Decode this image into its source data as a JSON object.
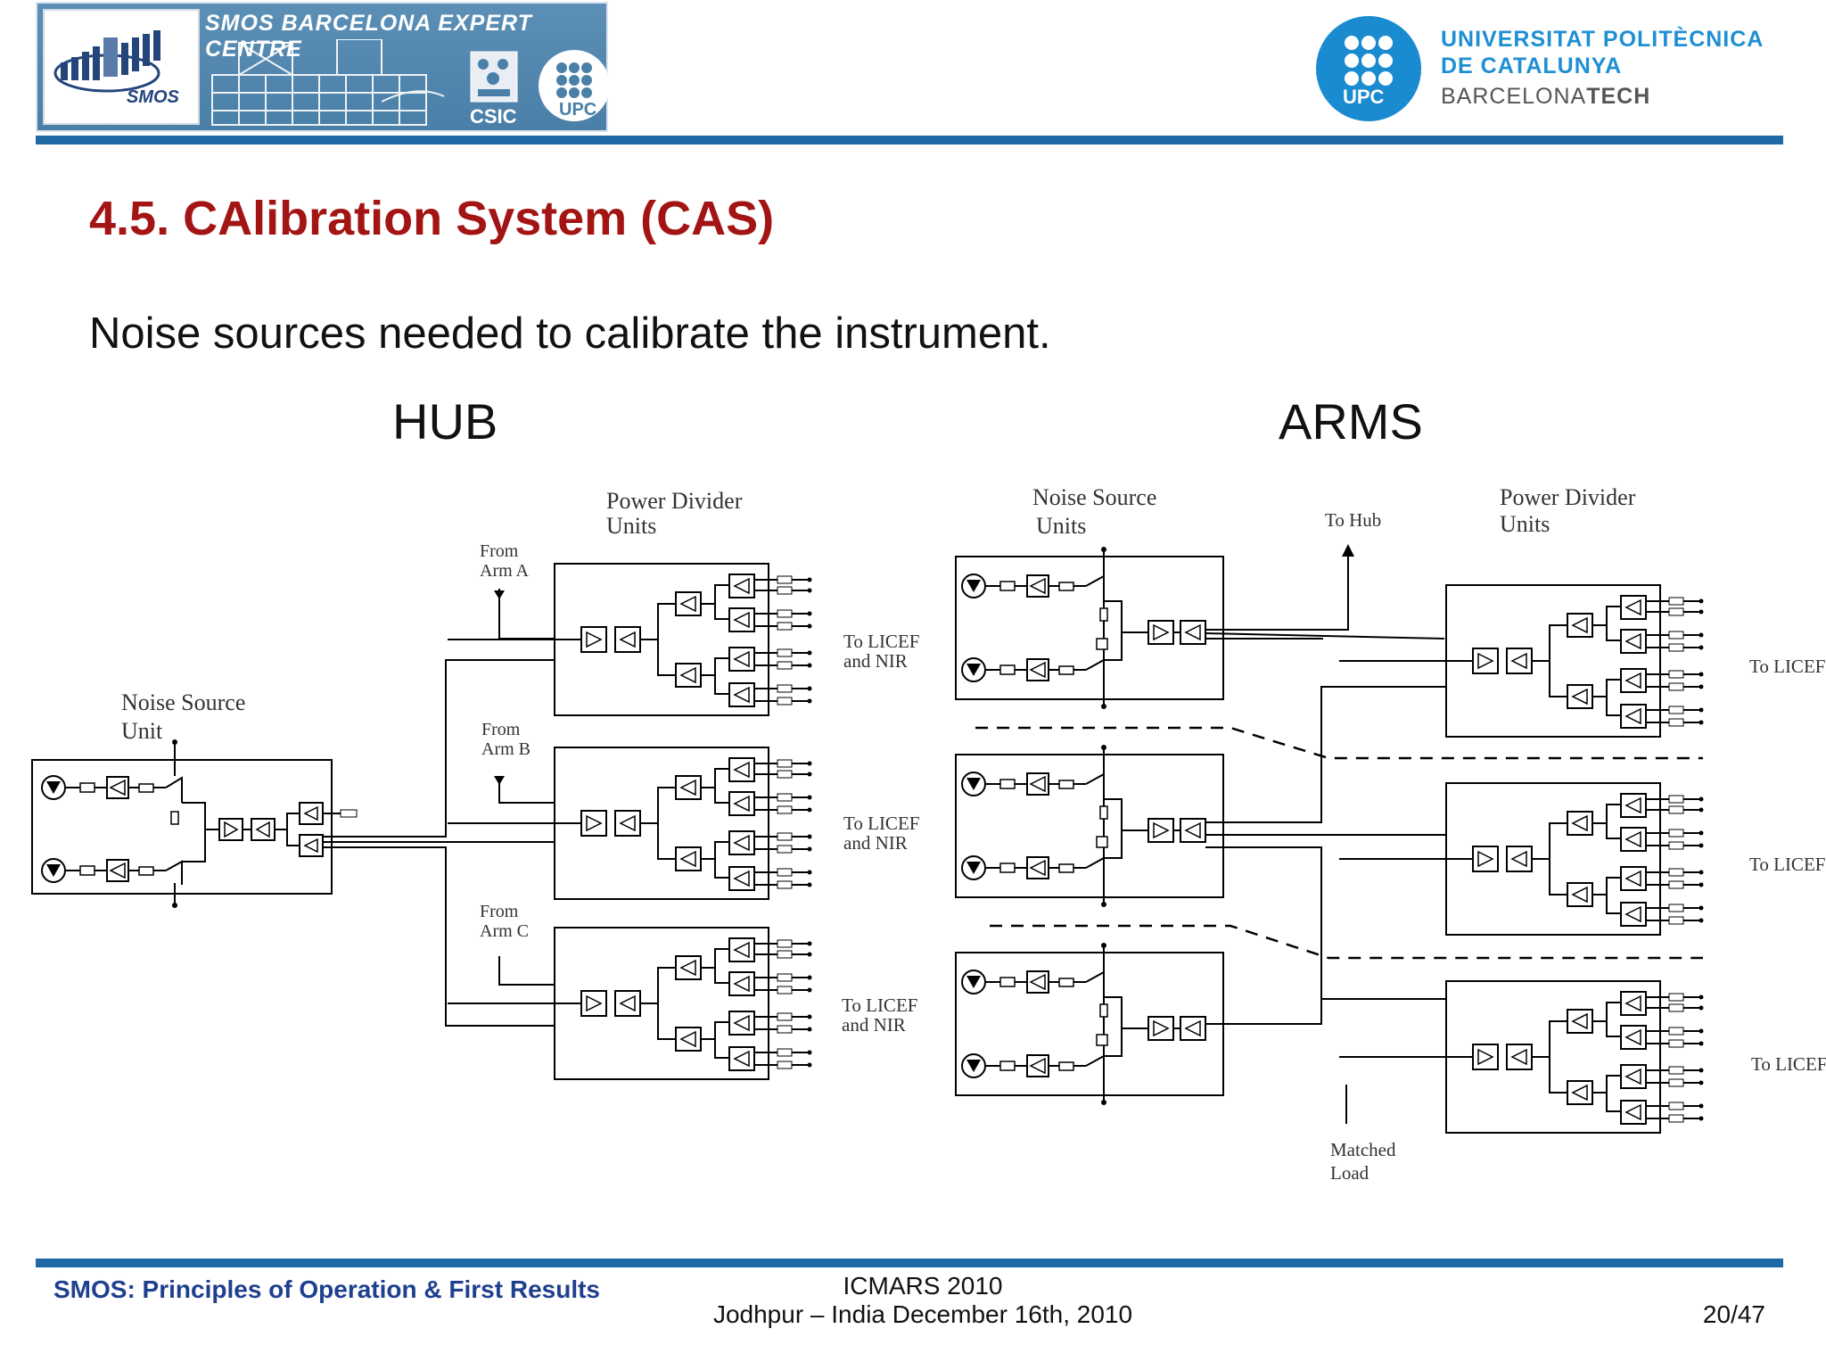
{
  "header": {
    "banner_title": "SMOS BARCELONA EXPERT CENTRE",
    "smos_badge": "SMOS",
    "csic": "CSIC",
    "upc_small": "UPC",
    "upc_logo": "UPC",
    "university_line1": "UNIVERSITAT POLITÈCNICA",
    "university_line2": "DE CATALUNYA",
    "university_line3_a": "BARCELONA",
    "university_line3_b": "TECH",
    "colors": {
      "banner": "#4a7fa7",
      "rule": "#1f6aa5",
      "upc_blue": "#1a8bd0",
      "title_red": "#a31414",
      "footer_blue": "#1f3f8f"
    },
    "icons": [
      "satellite-icon",
      "building-icon",
      "csic-seal-icon",
      "upc-dots-icon"
    ]
  },
  "slide": {
    "title": "4.5. CAlibration System (CAS)",
    "subtitle": "Noise sources needed to calibrate the instrument."
  },
  "sections": {
    "hub": "HUB",
    "arms": "ARMS"
  },
  "hub": {
    "power_divider_line1": "Power Divider",
    "power_divider_line2": "Units",
    "noise_source_line1": "Noise Source",
    "noise_source_line2": "Unit",
    "from_arm_a_line1": "From",
    "from_arm_a_line2": "Arm A",
    "from_arm_b_line1": "From",
    "from_arm_b_line2": "Arm B",
    "from_arm_c_line1": "From",
    "from_arm_c_line2": "Arm C",
    "to_licef_1_line1": "To LICEF",
    "to_licef_1_line2": "and NIR",
    "to_licef_2_line1": "To LICEF",
    "to_licef_2_line2": "and NIR",
    "to_licef_3_line1": "To LICEF",
    "to_licef_3_line2": "and NIR"
  },
  "arms": {
    "noise_source_line1": "Noise Source",
    "noise_source_line2": "Units",
    "to_hub": "To Hub",
    "power_divider_line1": "Power Divider",
    "power_divider_line2": "Units",
    "to_licef_1": "To LICEF",
    "to_licef_2": "To LICEF",
    "to_licef_3": "To LICEF",
    "matched_load_line1": "Matched",
    "matched_load_line2": "Load"
  },
  "footer": {
    "left": "SMOS: Principles of Operation & First Results",
    "center_line1": "ICMARS 2010",
    "center_line2": "Jodhpur – India December 16th, 2010",
    "page": "20/47"
  }
}
